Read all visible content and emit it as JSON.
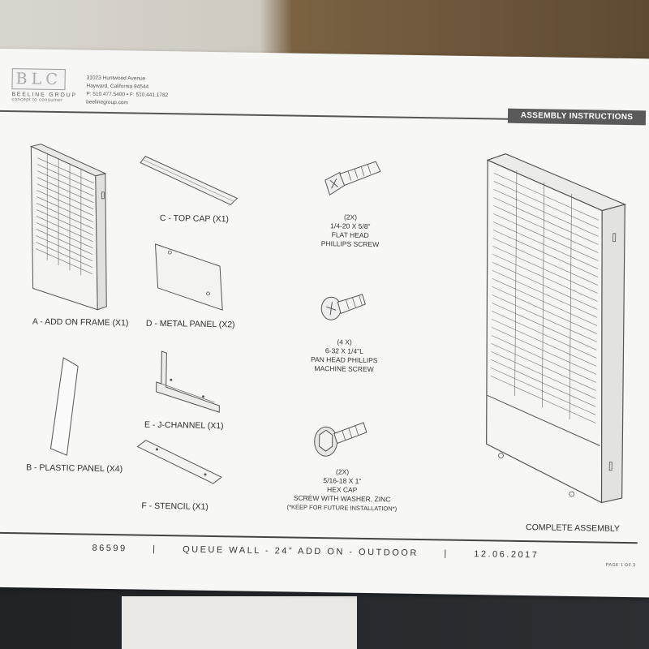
{
  "company": {
    "logo_letters": "BLC",
    "name": "BEELINE GROUP",
    "tagline": "concept to consumer",
    "address_line1": "31023 Huntwood Avenue",
    "address_line2": "Hayward, California 94544",
    "phone_fax": "P: 510.477.5400 • F: 510.441.1782",
    "website": "beelinegroup.com"
  },
  "header": {
    "tab_label": "ASSEMBLY INSTRUCTIONS"
  },
  "parts": {
    "a": "A - ADD ON FRAME (X1)",
    "b": "B - PLASTIC PANEL (X4)",
    "c": "C - TOP CAP (X1)",
    "d": "D - METAL PANEL (X2)",
    "e": "E - J-CHANNEL (X1)",
    "f": "F - STENCIL (X1)"
  },
  "screws": [
    {
      "qty": "(2X)",
      "size": "1/4-20 X 5/8\"",
      "line1": "FLAT HEAD",
      "line2": "PHILLIPS SCREW",
      "note": ""
    },
    {
      "qty": "(4 X)",
      "size": "6-32 X 1/4\"L",
      "line1": "PAN HEAD PHILLIPS",
      "line2": "MACHINE SCREW",
      "note": ""
    },
    {
      "qty": "(2X)",
      "size": "5/16-18 X 1\"",
      "line1": "HEX CAP",
      "line2": "SCREW WITH WASHER, ZINC",
      "note": "(*KEEP FOR FUTURE INSTALLATION*)"
    }
  ],
  "complete_label": "COMPLETE  ASSEMBLY",
  "footer": {
    "part_number": "86599",
    "separator": "|",
    "title": "QUEUE WALL - 24” ADD ON - OUTDOOR",
    "date": "12.06.2017",
    "page": "PAGE 1 OF 3"
  },
  "colors": {
    "tab_bg": "#5a5a5a",
    "line": "#555555",
    "paper": "#f7f7f5"
  }
}
